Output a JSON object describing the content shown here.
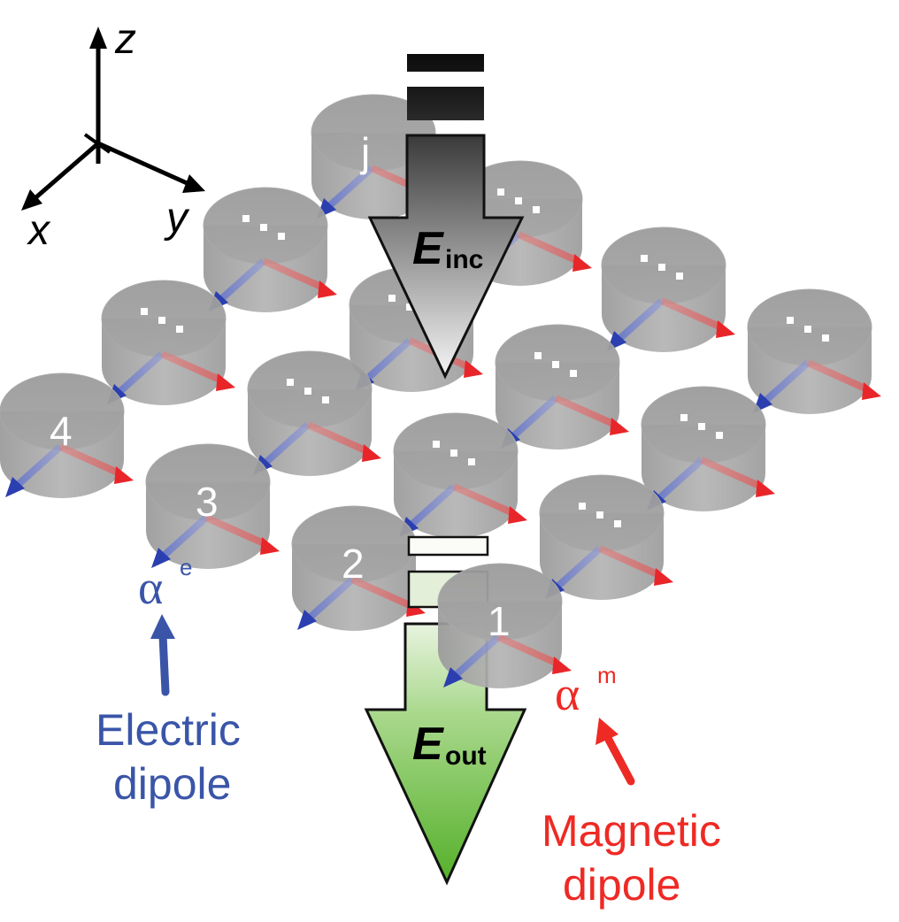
{
  "figure": {
    "axes": {
      "x_label": "x",
      "y_label": "y",
      "z_label": "z"
    },
    "incident_field": {
      "symbol": "E",
      "subscript": "inc",
      "color_top": "#1a1a1a",
      "color_bottom": "#f2f2f2"
    },
    "output_field": {
      "symbol": "E",
      "subscript": "out",
      "color_top": "#eef6e6",
      "color_bottom": "#5cb531"
    },
    "cylinders": [
      {
        "label": "j"
      },
      {
        "label": "..."
      },
      {
        "label": "..."
      },
      {
        "label": "..."
      },
      {
        "label": "..."
      },
      {
        "label": "..."
      },
      {
        "label": "4"
      },
      {
        "label": "..."
      },
      {
        "label": "..."
      },
      {
        "label": "3"
      },
      {
        "label": "..."
      },
      {
        "label": "..."
      },
      {
        "label": "2"
      },
      {
        "label": "..."
      },
      {
        "label": "..."
      },
      {
        "label": "1"
      }
    ],
    "electric": {
      "symbol": "α",
      "superscript": "e",
      "caption_line1": "Electric",
      "caption_line2": "dipole",
      "color": "#3a55a8"
    },
    "magnetic": {
      "symbol": "α",
      "superscript": "m",
      "caption_line1": "Magnetic",
      "caption_line2": "dipole",
      "color": "#ee2a24"
    },
    "dipole_colors": {
      "electric_arrow": "#2b3fb0",
      "magnetic_arrow": "#e8262a"
    }
  }
}
